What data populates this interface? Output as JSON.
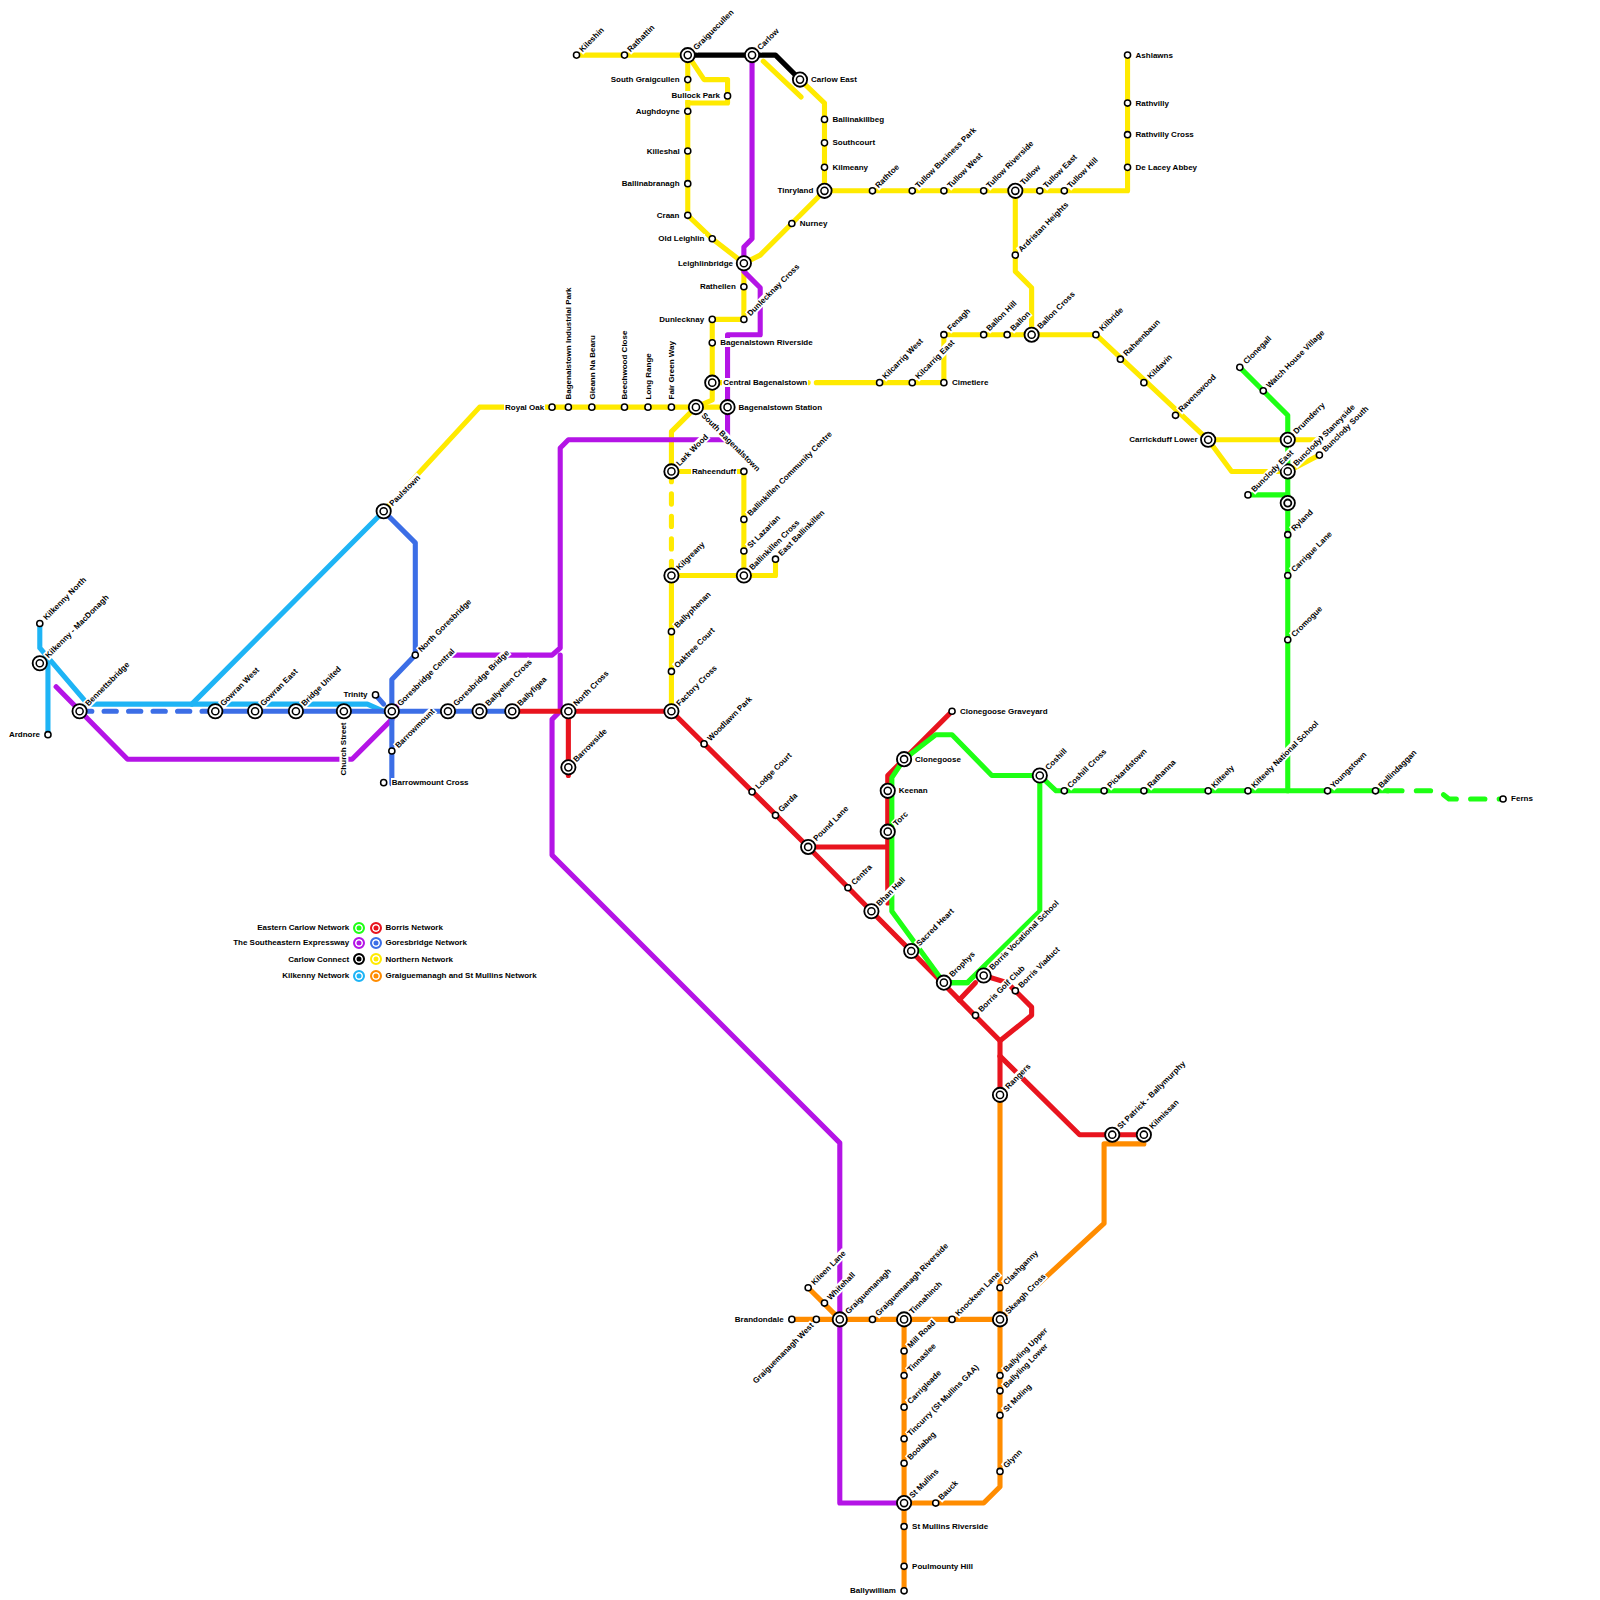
{
  "diagram": {
    "labels": [
      "Kileshin",
      "Rathattin",
      "Graiguecullen",
      "Carlow",
      "Carlow East",
      "South Graigcullen",
      "Bullock Park",
      "Aughdoyne",
      "Killeshal",
      "Ballinabranagh",
      "Craan",
      "Old Leighlin",
      "Leighlinbridge",
      "Rathellen",
      "Dunlecknay Cross",
      "Dunlecknay",
      "Bagenalstown Riverside",
      "Central Bagenalstown",
      "Ballinakillbeg",
      "Southcourt",
      "Kilmeany",
      "Tinryland",
      "Nurney",
      "Rathtoe",
      "Tullow Business Park",
      "Tullow West",
      "Tullow Riverside",
      "Tullow",
      "Tullow East",
      "Tullow Hill",
      "Ashlawns",
      "Rathvilly",
      "Rathvilly Cross",
      "De Lacey Abbey",
      "Ardristan Heights",
      "Ballon Cross",
      "Ballon",
      "Ballon Hill",
      "Fenagh",
      "Kilcarrig East",
      "Kilcarrig West",
      "Cimetiere",
      "Kilbride",
      "Raheenbaun",
      "Kildavin",
      "Ravenswood",
      "Carrickduff Lower",
      "Drumderry",
      "Staneyside",
      "Bunclody",
      "Bunclody South",
      "Bunclody East",
      "Royal Oak",
      "Bagenalstown Industrial Park",
      "Gleann Na Bearu",
      "Beechwood Close",
      "Long Range",
      "Fair Green Way",
      "South Bagenalstown",
      "Bagenalstown Station",
      "Paulstown",
      "Lark Wood",
      "Raheenduff",
      "Ballinkillen Community Centre",
      "St Lazarian",
      "Ballinkillen Cross",
      "East Ballinkillen",
      "Kilgreany",
      "Ballyphenan",
      "Oaktree Court",
      "Factory Cross",
      "Kilkenny North",
      "Kilkenny - MacDonagh",
      "Ardnore",
      "Bennettsbridge",
      "Gowran West",
      "Gowran East",
      "Bridge United",
      "Trinity",
      "Church Street",
      "Goresbridge Central",
      "North Goresbridge",
      "Barrowmount",
      "Barrowmount Cross",
      "Goresbridge Bridge",
      "Ballyellen Cross",
      "Ballyfigea",
      "North Cross",
      "Barrowside",
      "Woodlawn Park",
      "Lodge Court",
      "Garda",
      "Pound Lane",
      "Centra",
      "Bhan Hall",
      "Clonegoose Graveyard",
      "Clonegoose",
      "Keenan",
      "Torc",
      "Sacred Heart",
      "Brophys",
      "Borris Vocational School",
      "Borris Golf Club",
      "Borris Viaduct",
      "Rangers",
      "St Patrick - Ballymurphy",
      "Kilmissan",
      "Clonegall",
      "Watch House Village",
      "Ryland",
      "Carrigue Lane",
      "Cromogue",
      "Coshill",
      "Coshill Cross",
      "Pickardstown",
      "Rathanna",
      "Kilteely",
      "Kilteely National School",
      "Youngstown",
      "Ballindaggan",
      "Ferns",
      "Kileen Lane",
      "Whitehall",
      "Brandondale",
      "Graiguemanagh West",
      "Graiguemanagh",
      "Graiguemanagh Riverside",
      "Tinnahinch",
      "Knockeen Lane",
      "Skeagh Cross",
      "Clashganny",
      "Mill Road",
      "Tinnaslee",
      "Carrigleade",
      "Tincurry (St Mullins GAA)",
      "Boolabeg",
      "St Mullins",
      "Bauck",
      "St Mullins Riverside",
      "Poulmounty Hill",
      "Ballywilliam",
      "Ballyling Upper",
      "Ballyling Lower",
      "St Moling",
      "Glynn"
    ],
    "legend": [
      {
        "text": "Eastern Carlow Network",
        "color": "#1eff14"
      },
      {
        "text": "Borris Network",
        "color": "#e8141e"
      },
      {
        "text": "The Southeastern Expressway",
        "color": "#b414e6"
      },
      {
        "text": "Goresbridge Network",
        "color": "#3c6ee6"
      },
      {
        "text": "Carlow Connect",
        "color": "#000000"
      },
      {
        "text": "Northern Network",
        "color": "#ffea00"
      },
      {
        "text": "Kilkenny Network",
        "color": "#1eb4f5"
      },
      {
        "text": "Graiguemanagh and St Mullins Network",
        "color": "#ff8c00"
      }
    ]
  }
}
